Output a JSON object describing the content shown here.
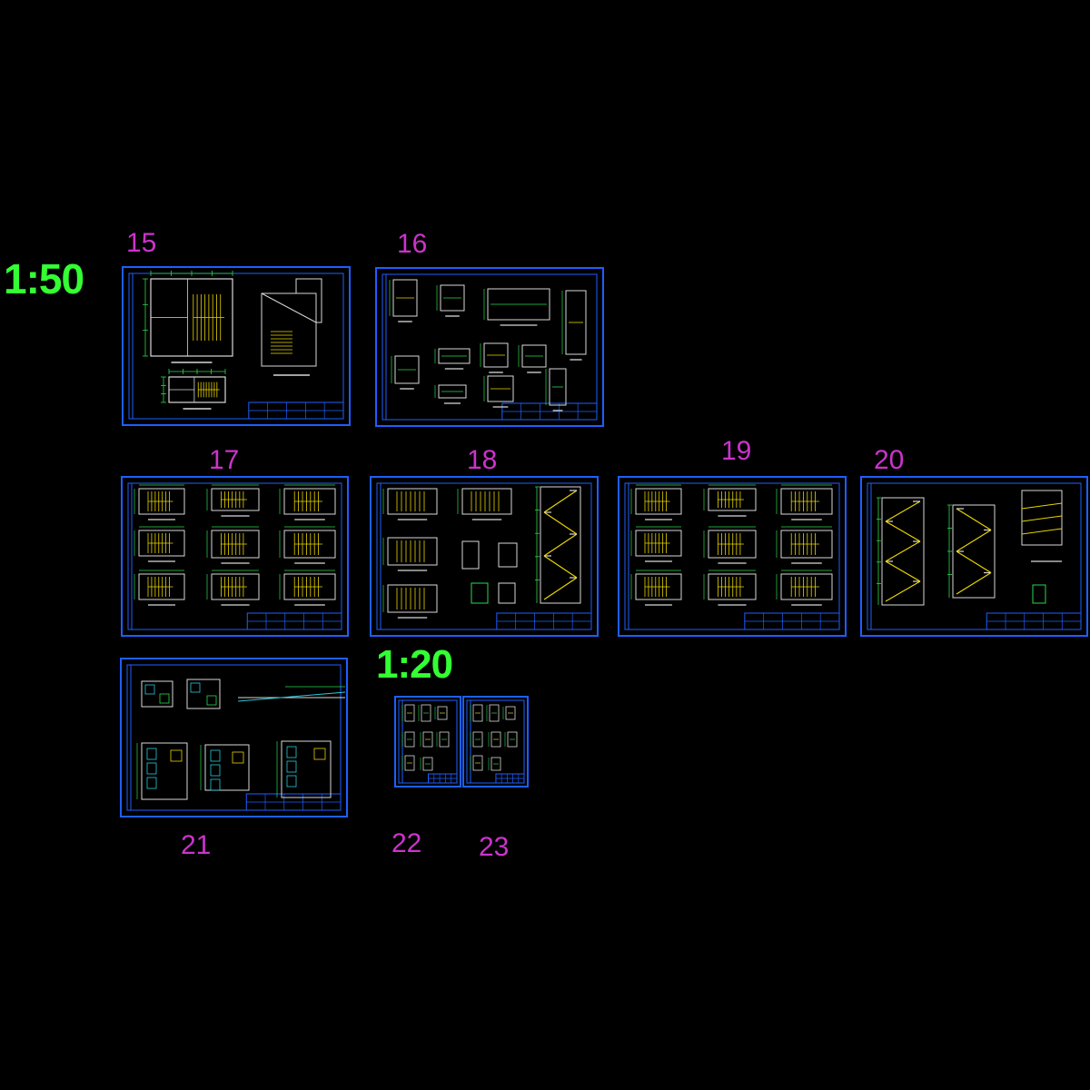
{
  "scales": {
    "scale_large": "1:50",
    "scale_small": "1:20"
  },
  "colors": {
    "background": "#000000",
    "frame": "#1e5fff",
    "scale_label": "#33ff33",
    "sheet_number": "#cc33cc",
    "linework_green": "#2bd94a",
    "linework_yellow": "#e8d400",
    "linework_white": "#d8d8d8",
    "linework_magenta": "#d23ad2",
    "linework_cyan": "#29c8d8"
  },
  "sheets": [
    {
      "number": "15",
      "kind": "plans"
    },
    {
      "number": "16",
      "kind": "details"
    },
    {
      "number": "17",
      "kind": "stair-plans"
    },
    {
      "number": "18",
      "kind": "stair-section"
    },
    {
      "number": "19",
      "kind": "stair-plans"
    },
    {
      "number": "20",
      "kind": "stair-sections"
    },
    {
      "number": "21",
      "kind": "toilet-plans"
    },
    {
      "number": "22",
      "kind": "small-details"
    },
    {
      "number": "23",
      "kind": "small-details"
    }
  ]
}
